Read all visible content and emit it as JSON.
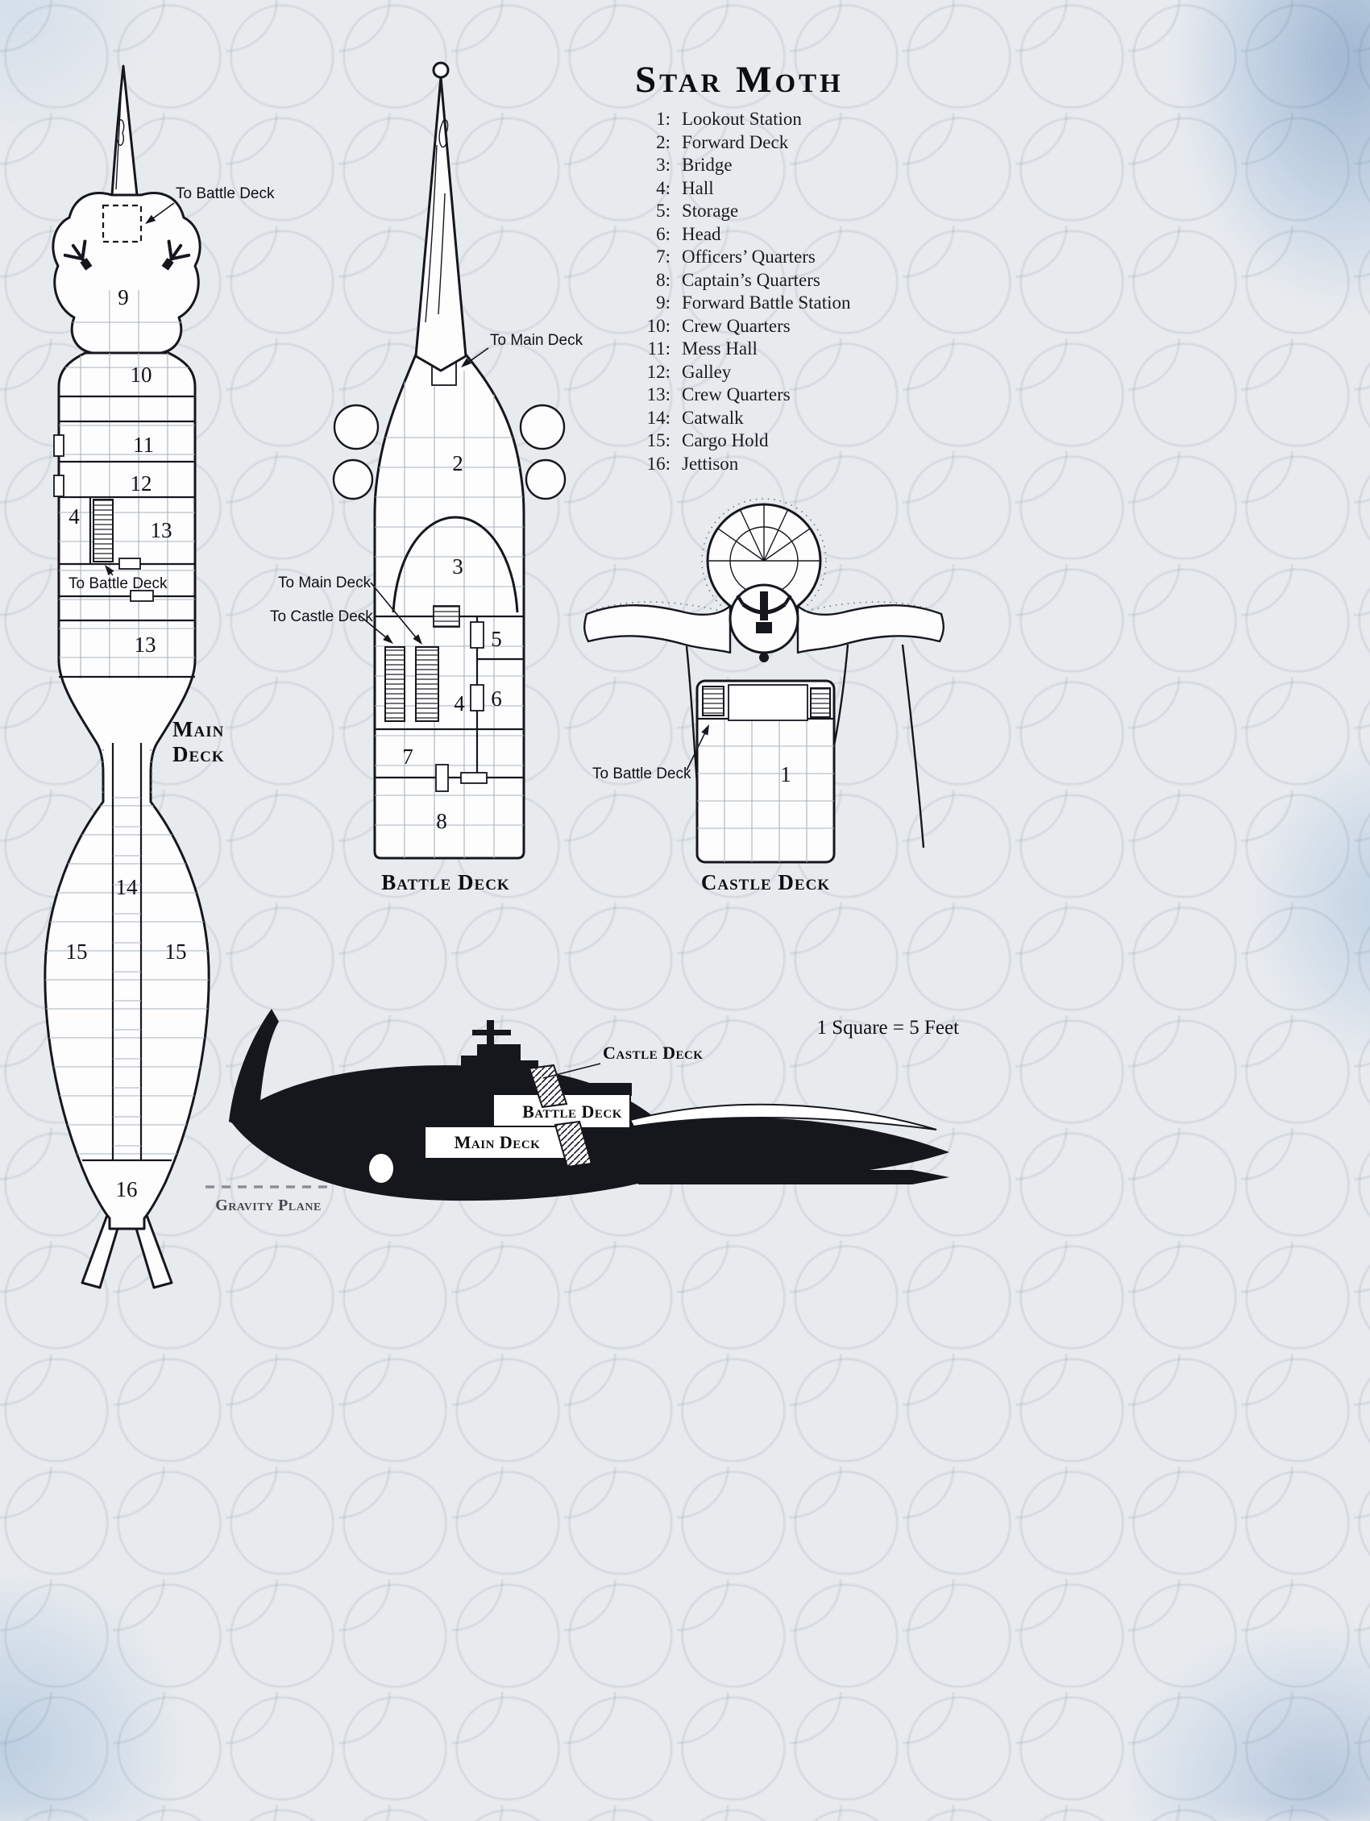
{
  "header": {
    "title": "Star Moth"
  },
  "scale_note": "1 Square = 5 Feet",
  "legend": {
    "items": [
      {
        "num": "1:",
        "label": "Lookout Station"
      },
      {
        "num": "2:",
        "label": "Forward Deck"
      },
      {
        "num": "3:",
        "label": "Bridge"
      },
      {
        "num": "4:",
        "label": "Hall"
      },
      {
        "num": "5:",
        "label": "Storage"
      },
      {
        "num": "6:",
        "label": "Head"
      },
      {
        "num": "7:",
        "label": "Officers’ Quarters"
      },
      {
        "num": "8:",
        "label": "Captain’s Quarters"
      },
      {
        "num": "9:",
        "label": "Forward Battle Station"
      },
      {
        "num": "10:",
        "label": "Crew Quarters"
      },
      {
        "num": "11:",
        "label": "Mess Hall"
      },
      {
        "num": "12:",
        "label": "Galley"
      },
      {
        "num": "13:",
        "label": "Crew Quarters"
      },
      {
        "num": "14:",
        "label": "Catwalk"
      },
      {
        "num": "15:",
        "label": "Cargo Hold"
      },
      {
        "num": "16:",
        "label": "Jettison"
      }
    ]
  },
  "main_deck": {
    "label": "Main Deck",
    "annotation_top": "To Battle Deck",
    "annotation_mid": "To Battle Deck",
    "rooms": {
      "r9": "9",
      "r10": "10",
      "r11": "11",
      "r12": "12",
      "r4": "4",
      "r13a": "13",
      "r13b": "13",
      "r14": "14",
      "r15a": "15",
      "r15b": "15",
      "r16": "16"
    }
  },
  "battle_deck": {
    "label": "Battle Deck",
    "annotation_top": "To Main Deck",
    "annotation_side_main": "To Main Deck",
    "annotation_side_castle": "To Castle Deck",
    "rooms": {
      "r2": "2",
      "r3": "3",
      "r5": "5",
      "r4": "4",
      "r6": "6",
      "r7": "7",
      "r8": "8"
    }
  },
  "castle_deck": {
    "label": "Castle Deck",
    "annotation": "To Battle Deck",
    "rooms": {
      "r1": "1"
    }
  },
  "profile": {
    "castle_label": "Castle Deck",
    "battle_label": "Battle Deck",
    "main_label": "Main Deck",
    "gravity_label": "Gravity Plane"
  },
  "colors": {
    "ink": "#16161d",
    "grid_line": "#a9b3bb",
    "paper": "#e8ebee",
    "watercolor_blue": "#5b8fc4"
  }
}
